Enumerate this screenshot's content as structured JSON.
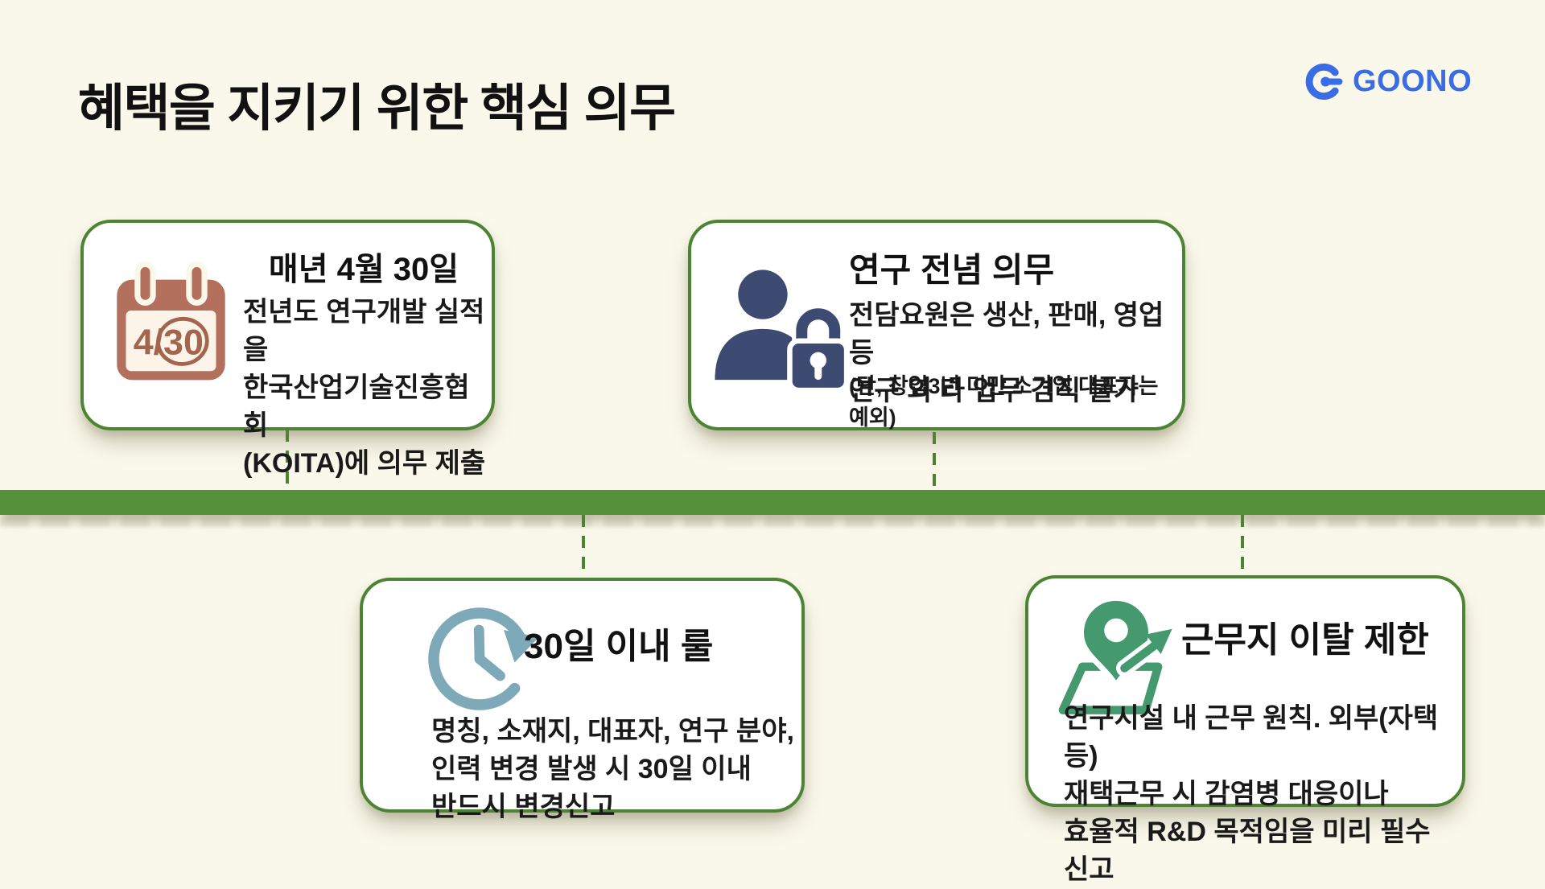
{
  "page": {
    "title": "혜택을 지키기 위한 핵심 의무"
  },
  "logo": {
    "text": "GOONO",
    "icon": "goono-g-icon",
    "color": "#3a6de5"
  },
  "colors": {
    "background": "#faf8ea",
    "timeline_green": "#55903b",
    "card_border_green": "#4c8433",
    "calendar_brown": "#b3705c",
    "person_lock_navy": "#3d4a71",
    "clock_teal": "#7da9b9",
    "pin_green": "#44996f"
  },
  "cards": [
    {
      "id": "annual-report",
      "icon": "calendar-icon",
      "icon_label": "4/30",
      "title": "매년 4월 30일",
      "body_lines": [
        "전년도 연구개발 실적을",
        "한국산업기술진흥협회",
        "(KOITA)에 의무 제출"
      ]
    },
    {
      "id": "research-dedication",
      "icon": "person-lock-icon",
      "title": "연구 전념 의무",
      "body_lines": [
        "전담요원은 생산, 판매, 영업 등",
        "연구 외 타 업무 겸직 불가"
      ],
      "note": "(단, 창업3년 미만 소기업 대표자는 예외)"
    },
    {
      "id": "thirty-day-rule",
      "icon": "clock-history-icon",
      "title": "30일 이내 룰",
      "body_lines": [
        "명칭, 소재지, 대표자, 연구 분야,",
        "인력 변경 발생 시 30일 이내",
        "반드시 변경신고"
      ]
    },
    {
      "id": "workplace-restriction",
      "icon": "map-pin-icon",
      "title": "근무지 이탈 제한",
      "body_lines": [
        "연구시설 내 근무 원칙. 외부(자택 등)",
        "재택근무 시 감염병 대응이나",
        "효율적 R&D 목적임을 미리 필수 신고"
      ]
    }
  ]
}
